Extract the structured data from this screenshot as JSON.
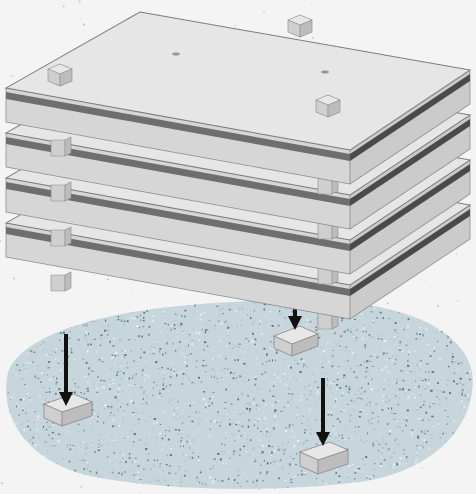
{
  "figure": {
    "description_hidden": "",
    "plate_count": 4,
    "footing_count": 4,
    "arrow_count": 3,
    "colors": {
      "background": "#f4f4f4",
      "plate_top": "#e6e6e6",
      "plate_front": "#d6d6d6",
      "plate_side": "#cbcbcb",
      "plate_band": "#6e6e6e",
      "plate_band_dark": "#4a4a4a",
      "block_top": "#e7e7e7",
      "block_front": "#cfcfcf",
      "block_side": "#bdbdbd",
      "gravel": "#a9bfc9",
      "gravel_dark": "#7f98a6",
      "arrow": "#111111"
    }
  }
}
